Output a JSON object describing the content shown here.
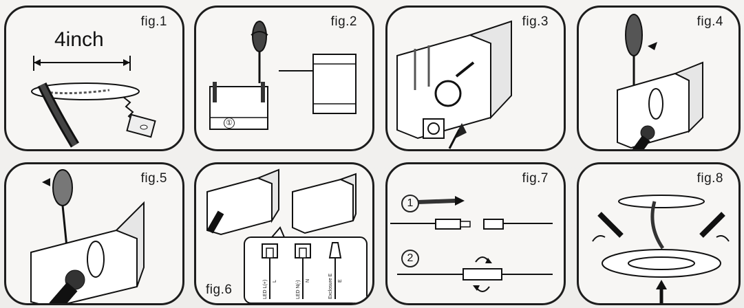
{
  "figures": [
    {
      "label": "fig.1",
      "measurement": "4inch"
    },
    {
      "label": "fig.2",
      "box_marker": "①"
    },
    {
      "label": "fig.3"
    },
    {
      "label": "fig.4"
    },
    {
      "label": "fig.5"
    },
    {
      "label": "fig.6",
      "wires": [
        {
          "name": "LED L(+)",
          "code": "L"
        },
        {
          "name": "LED N(-)",
          "code": "N"
        },
        {
          "name": "Exclosure E",
          "code": "E"
        }
      ]
    },
    {
      "label": "fig.7",
      "steps": [
        "1",
        "2"
      ]
    },
    {
      "label": "fig.8"
    }
  ]
}
